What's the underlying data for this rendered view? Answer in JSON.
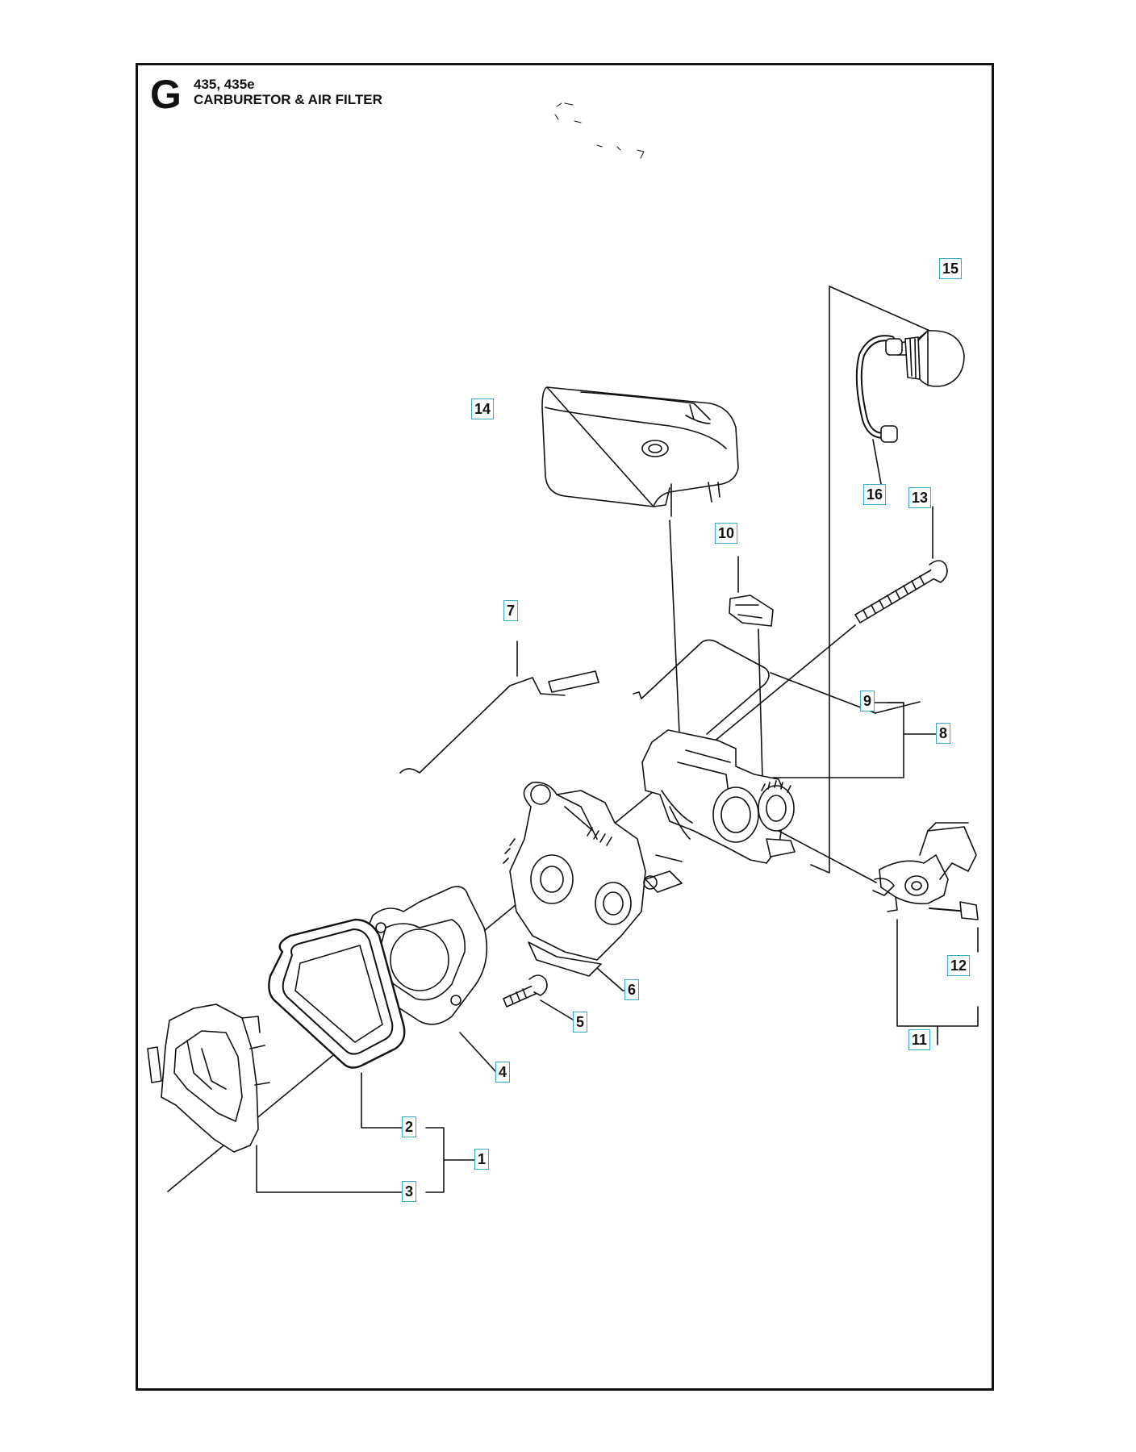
{
  "header": {
    "section_letter": "G",
    "models": "435, 435e",
    "title": "CARBURETOR & AIR FILTER"
  },
  "callouts": [
    {
      "id": "1",
      "label": "1",
      "boxed": true
    },
    {
      "id": "2",
      "label": "2",
      "boxed": true
    },
    {
      "id": "3",
      "label": "3",
      "boxed": true
    },
    {
      "id": "4",
      "label": "4",
      "boxed": true
    },
    {
      "id": "5",
      "label": "5",
      "boxed": true
    },
    {
      "id": "6",
      "label": "6",
      "boxed": true
    },
    {
      "id": "7",
      "label": "7",
      "boxed": true
    },
    {
      "id": "8",
      "label": "8",
      "boxed": true
    },
    {
      "id": "9",
      "label": "9",
      "boxed": true
    },
    {
      "id": "10",
      "label": "10",
      "boxed": true
    },
    {
      "id": "11",
      "label": "11",
      "boxed": true
    },
    {
      "id": "12",
      "label": "12",
      "boxed": true
    },
    {
      "id": "13",
      "label": "13",
      "boxed": true
    },
    {
      "id": "14",
      "label": "14",
      "boxed": true
    },
    {
      "id": "15",
      "label": "15",
      "boxed": true
    },
    {
      "id": "16",
      "label": "16",
      "boxed": true
    }
  ],
  "colors": {
    "line": "#111111",
    "callout_border": "#35a9c7",
    "part_fill": "#ffffff"
  }
}
